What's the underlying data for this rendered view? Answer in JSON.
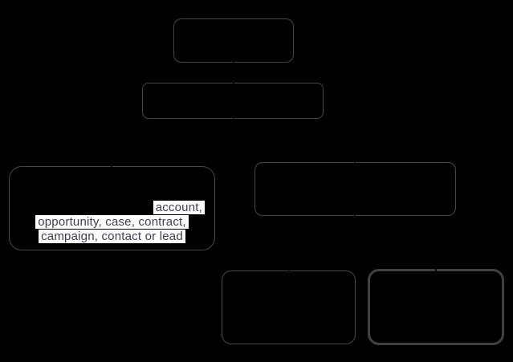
{
  "diagram": {
    "type": "flowchart",
    "background_color": "#000000",
    "node_fill_color": "#000000",
    "node_border_color": "#474747",
    "emphasized_node_border_color": "#414141",
    "connector_color": "#000000",
    "highlight": {
      "background": "#ffffff",
      "text_color": "#3f3e4e"
    },
    "highlight_lines": [
      "account,",
      "opportunity, case, contract,",
      "campaign, contact or lead"
    ]
  }
}
